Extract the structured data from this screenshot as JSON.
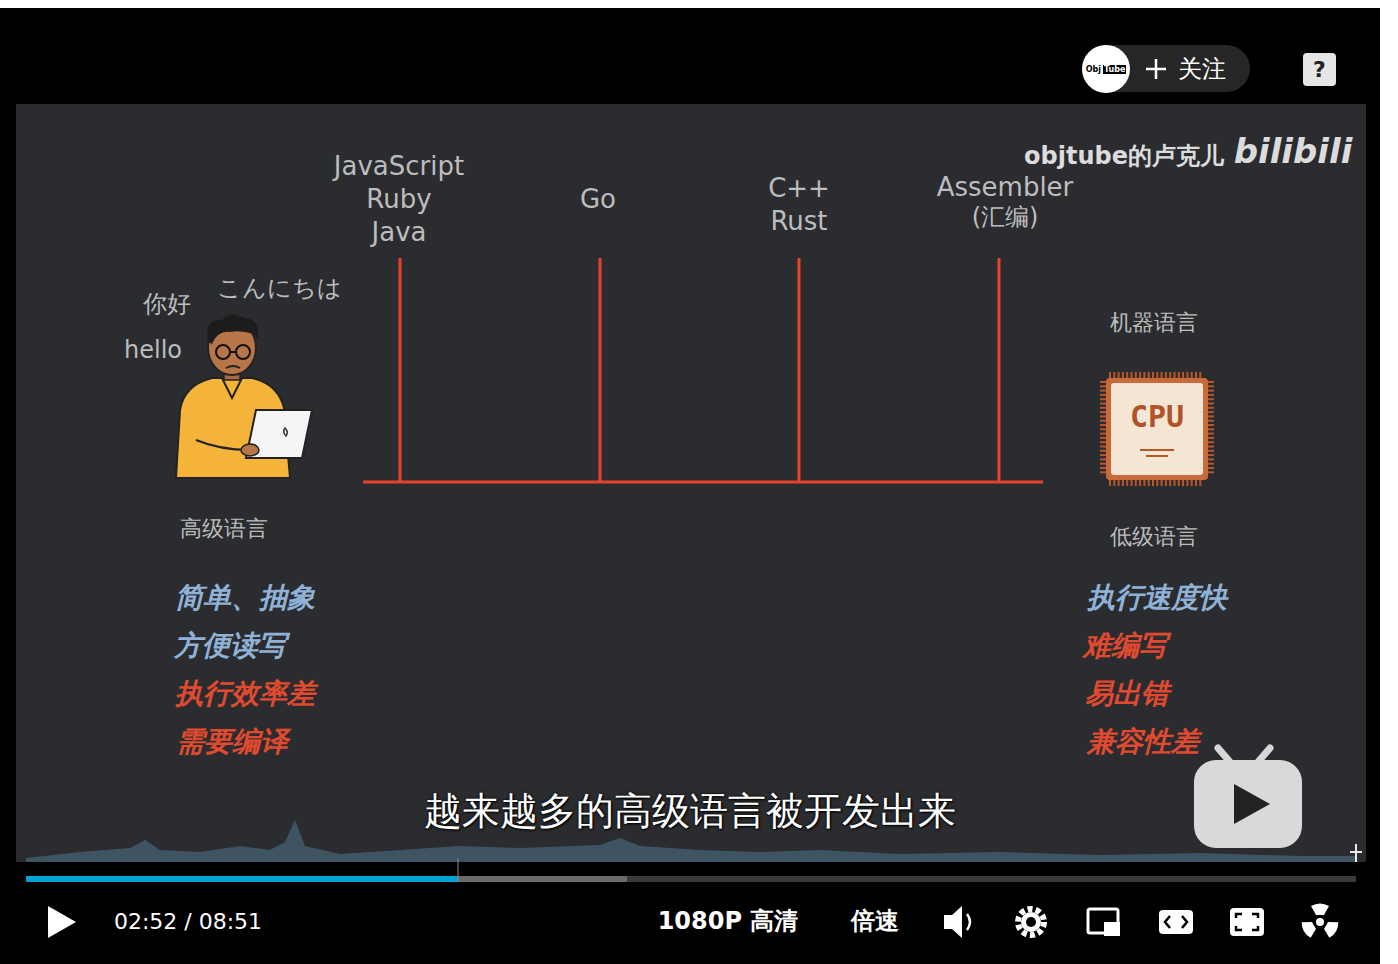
{
  "diagram": {
    "nodes": [
      {
        "text": [
          "关注"
        ]
      },
      {
        "text": [
          "Obj",
          "Tube"
        ],
        "in": 0
      },
      {
        "text": [
          "?"
        ]
      },
      {
        "text": [
          "CPU"
        ]
      }
    ],
    "labels": [
      "objtube的卢克儿",
      "bilibili",
      "JavaScript",
      "Ruby",
      "Java",
      "Go",
      "C++",
      "Rust",
      "Assembler",
      "(汇编)",
      "你好",
      "こんにちは",
      "hello",
      "高级语言",
      "简单、抽象",
      "方便读写",
      "执行效率差",
      "需要编译",
      "机器语言",
      "低级语言",
      "执行速度快",
      "难编写",
      "易出错",
      "兼容性差",
      "越来越多的高级语言被开发出来",
      "02:52 / 08:51",
      "1080P 高清",
      "倍速"
    ]
  }
}
